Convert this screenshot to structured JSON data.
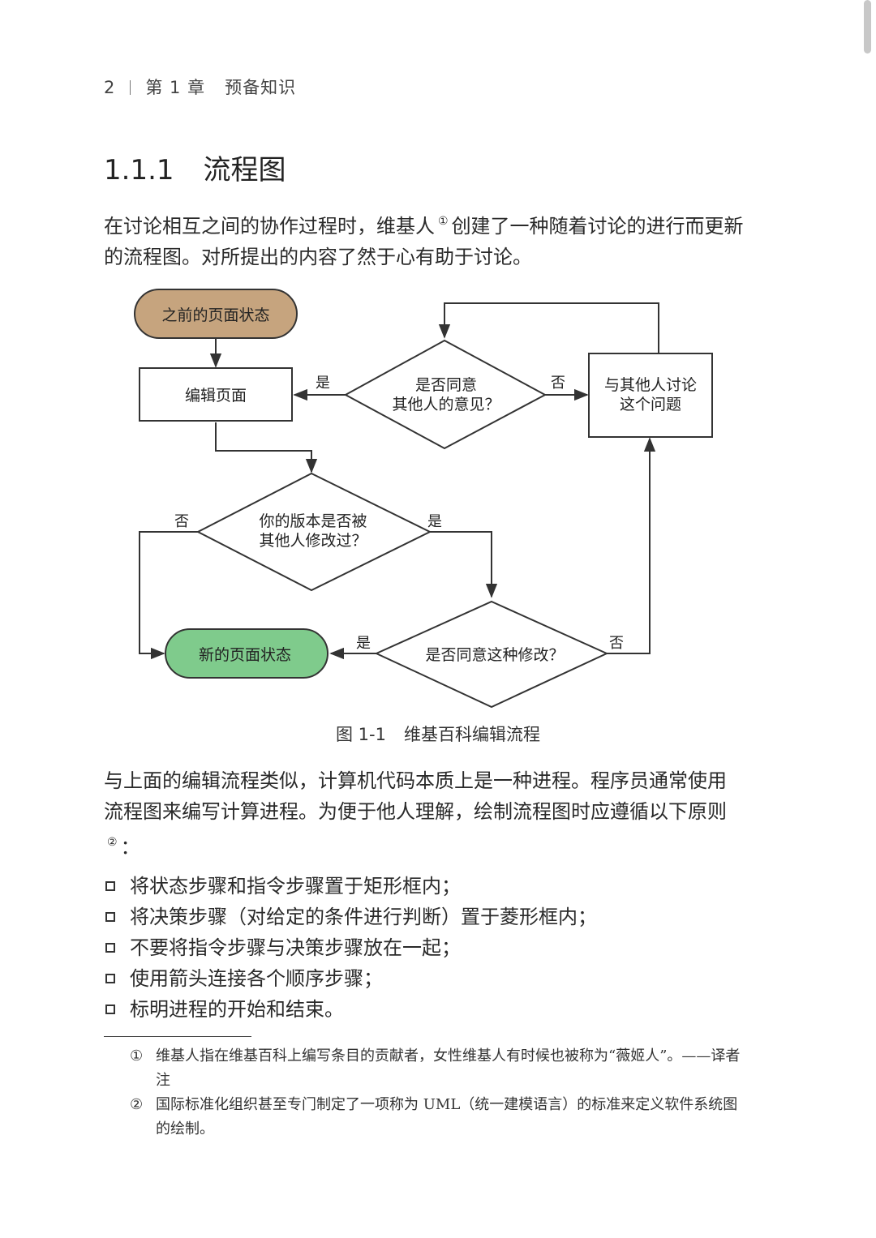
{
  "header": {
    "page_number": "2",
    "chapter": "第 1 章",
    "chapter_title": "预备知识"
  },
  "section": {
    "number": "1.1.1",
    "title": "流程图"
  },
  "para1": {
    "before": "在讨论相互之间的协作过程时，维基人",
    "mark": "①",
    "after": "创建了一种随着讨论的进行而更新的流程图。对所提出的内容了然于心有助于讨论。"
  },
  "flowchart": {
    "start": "之前的页面状态",
    "edit": "编辑页面",
    "agree_line1": "是否同意",
    "agree_line2": "其他人的意见？",
    "discuss_line1": "与其他人讨论",
    "discuss_line2": "这个问题",
    "modified_line1": "你的版本是否被",
    "modified_line2": "其他人修改过？",
    "accept_change": "是否同意这种修改？",
    "end": "新的页面状态",
    "yes": "是",
    "no": "否",
    "colors": {
      "start_fill": "#c6a47e",
      "end_fill": "#7fcb8c",
      "stroke": "#333333"
    }
  },
  "caption": {
    "number": "图 1-1",
    "text": "维基百科编辑流程"
  },
  "para2": {
    "before": "与上面的编辑流程类似，计算机代码本质上是一种进程。程序员通常使用流程图来编写计算进程。为便于他人理解，绘制流程图时应遵循以下原则",
    "mark": "②",
    "after": "："
  },
  "bullets": [
    "将状态步骤和指令步骤置于矩形框内；",
    "将决策步骤（对给定的条件进行判断）置于菱形框内；",
    "不要将指令步骤与决策步骤放在一起；",
    "使用箭头连接各个顺序步骤；",
    "标明进程的开始和结束。"
  ],
  "footnotes": [
    {
      "mark": "①",
      "text": "维基人指在维基百科上编写条目的贡献者，女性维基人有时候也被称为“薇姬人”。——译者注"
    },
    {
      "mark": "②",
      "text": "国际标准化组织甚至专门制定了一项称为 UML（统一建模语言）的标准来定义软件系统图的绘制。"
    }
  ]
}
